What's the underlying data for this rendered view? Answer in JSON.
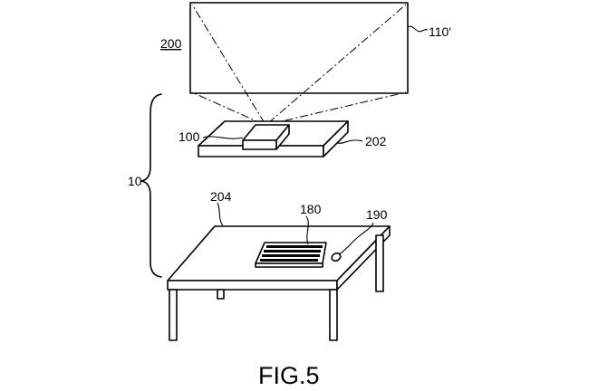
{
  "figure": {
    "caption": "FIG.5",
    "labels": {
      "system": "10",
      "screen_area": "200",
      "projected_image": "110'",
      "projector": "100",
      "platform": "202",
      "table": "204",
      "keyboard": "180",
      "mouse": "190"
    }
  }
}
